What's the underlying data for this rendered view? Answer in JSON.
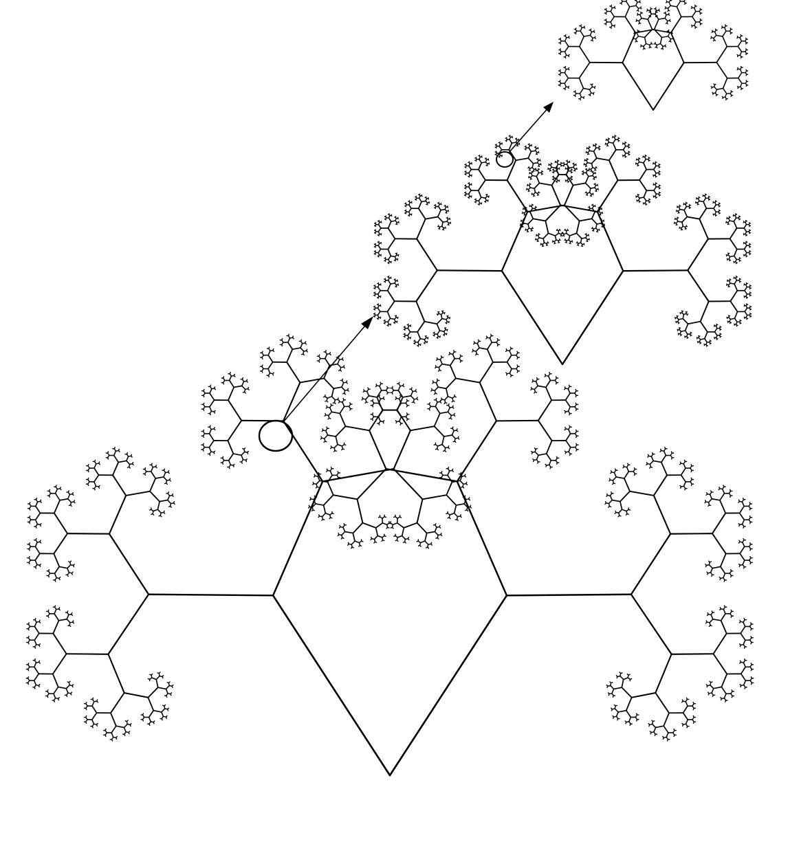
{
  "figure": {
    "kind": "fractal-tree-self-similarity",
    "copies": [
      {
        "id": "large",
        "levels": 10
      },
      {
        "id": "medium",
        "levels": 10
      },
      {
        "id": "small",
        "levels": 10
      }
    ],
    "zoom_indicators": 2,
    "colors": {
      "background": "#ffffff",
      "stroke": "#000000"
    }
  }
}
